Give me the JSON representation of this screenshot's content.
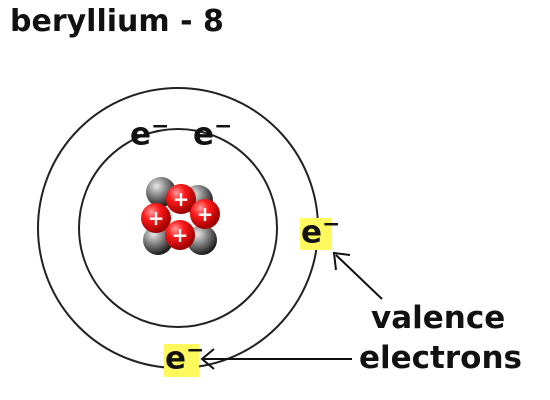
{
  "title": "beryllium - 8",
  "electron_symbol": "e",
  "electron_charge": "−",
  "inner_shell_electron_count": 2,
  "outer_shell_electron_count": 2,
  "nucleus": {
    "proton_symbol": "+",
    "proton_count": 4,
    "neutron_count": 4
  },
  "annotation": {
    "line1": "valence",
    "line2": "electrons"
  },
  "colors": {
    "proton": "#e00010",
    "neutron": "#7a7a7a",
    "orbit": "#222222",
    "valence_highlight": "#fff95e",
    "text": "#111111"
  }
}
